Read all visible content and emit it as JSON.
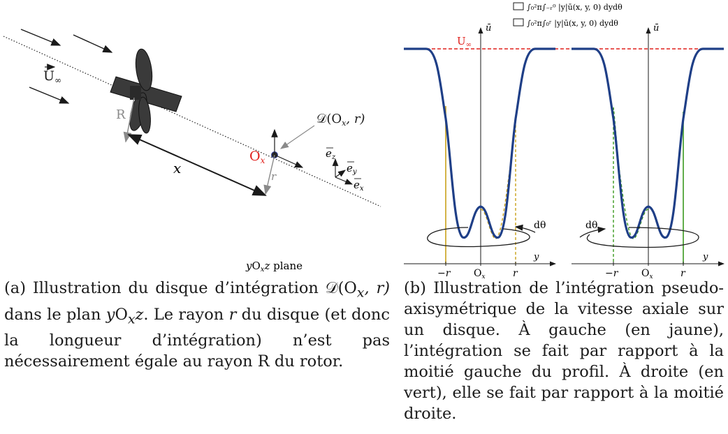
{
  "figure_a": {
    "label_U": "U",
    "label_U_sub": "∞",
    "label_R": "R",
    "label_x": "x",
    "label_r": "r",
    "label_Ox": "O",
    "label_Ox_sub": "x",
    "label_disk": "𝒟(O",
    "label_disk_sub": "x",
    "label_disk_tail": ", r)",
    "label_ez": "e",
    "label_ez_sub": "z",
    "label_ey": "e",
    "label_ey_sub": "y",
    "label_ex": "e",
    "label_ex_sub": "x",
    "plane_label_y": "y",
    "plane_label_O": "O",
    "plane_label_sub": "x",
    "plane_label_z": "z",
    "plane_label_word": " plane",
    "colors": {
      "origin_label": "#e0201c",
      "rotor": "#3a3a3a",
      "arrows": "#1a1a1a",
      "grey": "#8a8a8a"
    }
  },
  "figure_b": {
    "legend": [
      {
        "text": "∫₀²π∫₋ᵣ⁰ |y|ū(x, y, 0) dydθ"
      },
      {
        "text": "∫₀²π∫₀ʳ |y|ū(x, y, 0) dydθ"
      }
    ],
    "label_ubar": "ū",
    "label_Uinf": "U",
    "label_Uinf_sub": "∞",
    "label_dtheta": "dθ",
    "label_y": "y",
    "tick_labels": [
      "−r",
      "O",
      "r"
    ],
    "tick_sub": "x",
    "colors": {
      "profile": "#1f3f87",
      "left_half": "#c9a11a",
      "right_half": "#3b9a1f",
      "freestream": "#e0201c"
    }
  },
  "captions": {
    "a": {
      "prefix": "(a) Illustration du disque d’intégration ",
      "disk": "𝒟(O",
      "disk_sub": "x",
      "disk_tail": ", r)",
      "mid1": " dans le plan ",
      "plane_y": "y",
      "plane_O": "O",
      "plane_sub": "x",
      "plane_z": "z",
      "mid2": ". Le rayon ",
      "r": "r",
      "rest": " du disque (et donc la longueur d’intégration) n’est pas nécessairement égale au rayon R du rotor."
    },
    "b": {
      "text": "(b) Illustration de l’intégration pseudo-axisymétrique de la vitesse axiale sur un disque. À gauche (en jaune), l’intégration se fait par rapport à la moitié gauche du profil. À droite (en vert), elle se fait par rapport à la moitié droite."
    }
  }
}
